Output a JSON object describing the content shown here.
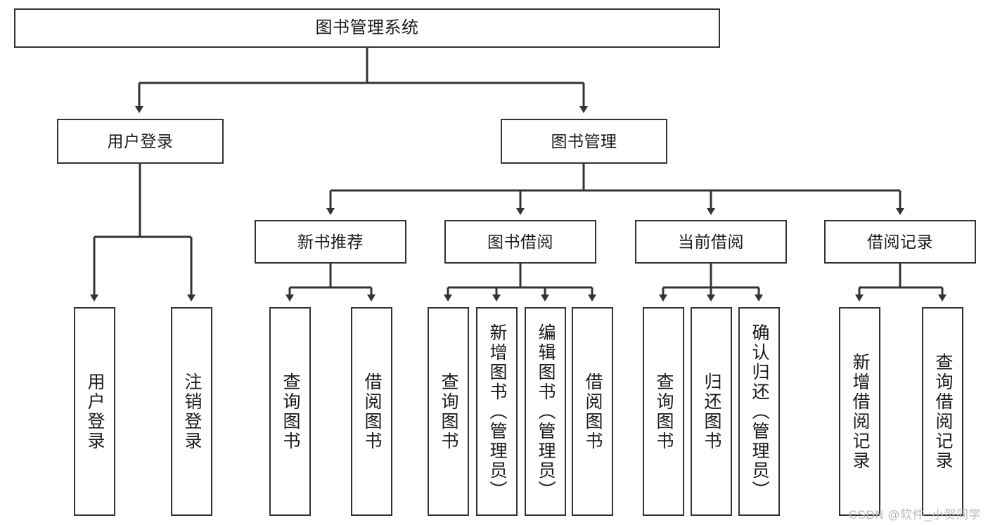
{
  "diagram": {
    "title": "图书管理系统",
    "type": "tree-hierarchy-chart",
    "root": {
      "label": "图书管理系统"
    },
    "level2": [
      {
        "label": "用户登录"
      },
      {
        "label": "图书管理"
      }
    ],
    "level3": [
      {
        "label": "新书推荐"
      },
      {
        "label": "图书借阅"
      },
      {
        "label": "当前借阅"
      },
      {
        "label": "借阅记录"
      }
    ],
    "leaves": {
      "user_login": [
        {
          "label": "用户登录"
        },
        {
          "label": "注销登录"
        }
      ],
      "new_book_recommend": [
        {
          "label": "查询图书"
        },
        {
          "label": "借阅图书"
        }
      ],
      "book_borrow": [
        {
          "label": "查询图书"
        },
        {
          "label": "新增图书（管理员）"
        },
        {
          "label": "编辑图书（管理员）"
        },
        {
          "label": "借阅图书"
        }
      ],
      "current_borrow": [
        {
          "label": "查询图书"
        },
        {
          "label": "归还图书"
        },
        {
          "label": "确认归还（管理员）"
        }
      ],
      "borrow_record": [
        {
          "label": "新增借阅记录"
        },
        {
          "label": "查询借阅记录"
        }
      ]
    }
  },
  "watermark": {
    "text": "CSDN @软件_小贺同学"
  },
  "colors": {
    "stroke": "#333333",
    "box_fill": "#ffffff",
    "text": "#1a1a1a",
    "watermark": "#b9b9b9"
  }
}
